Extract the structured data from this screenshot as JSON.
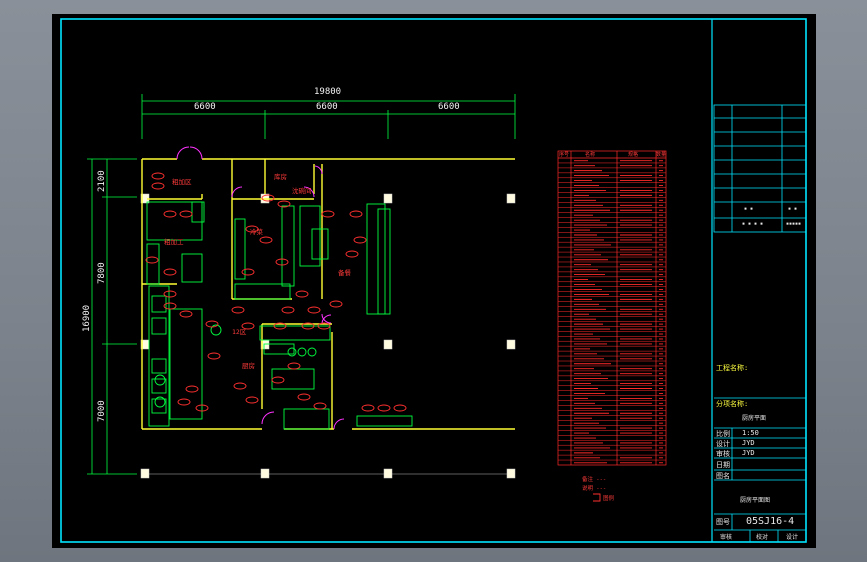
{
  "plan": {
    "dims_top": {
      "total": "19800",
      "span1": "6600",
      "span2": "6600",
      "span3": "6600"
    },
    "dims_left": {
      "total": "16900",
      "seg1": "2100",
      "seg2": "7800",
      "seg3": "7000"
    },
    "room_labels": [
      "粗加区",
      "粗加工",
      "冷菜",
      "沈碗间",
      "库房",
      "备餐",
      "厨房",
      "12区"
    ]
  },
  "legend_table": {
    "header": [
      "序号",
      "名称",
      "规格",
      "数量"
    ],
    "row_count": 62
  },
  "table_note": {
    "line1": "备注 ---",
    "line2": "说明 ---",
    "line3": "图例"
  },
  "title_block": {
    "mini_a": "▪ ▪",
    "mini_b": "▪ ▪",
    "mini_c": "▪ ▪ ▪ ▪",
    "mini_d": "▪▪▪▪▪",
    "project_label": "工程名称:",
    "drawing_label": "分项名称:",
    "drawing_name": "厨房平面",
    "scale_label": "比例",
    "scale": "1:50",
    "design_label": "设计",
    "design": "JYD",
    "check_label": "审核",
    "check": "JYD",
    "date_label": "日期",
    "sheet_label": "图名",
    "sheet_name": "厨房平面图",
    "no_label": "图号",
    "drawing_no": "05SJ16-4",
    "foot_a": "审核",
    "foot_b": "校对",
    "foot_c": "设计"
  }
}
